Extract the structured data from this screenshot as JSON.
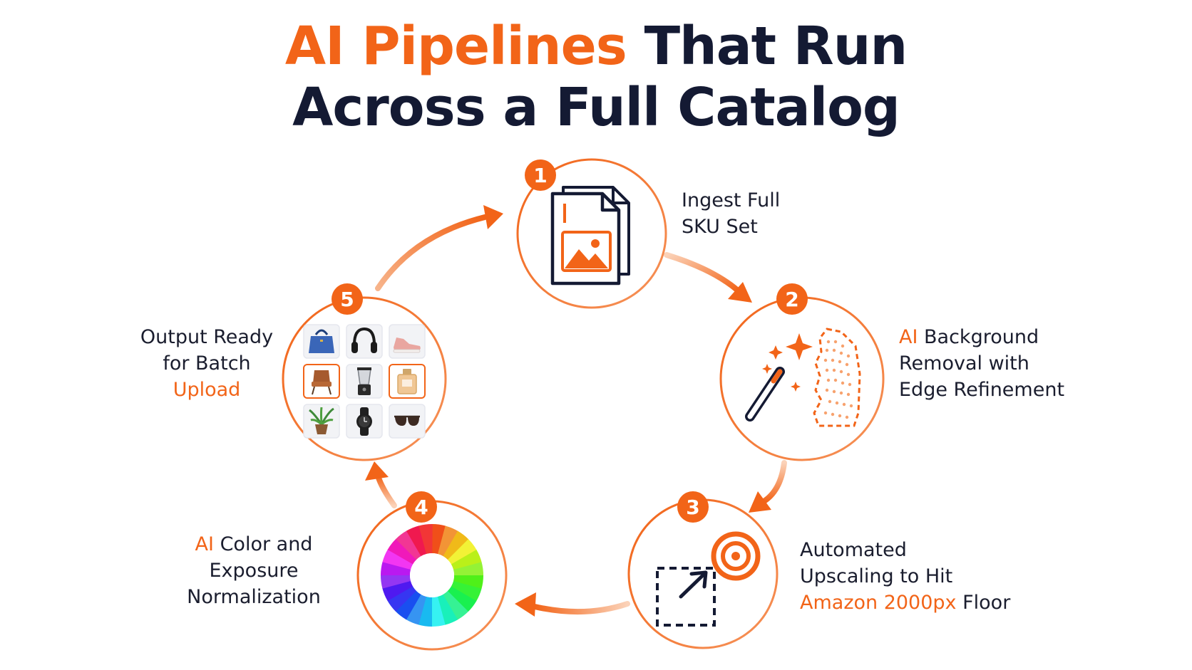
{
  "title": {
    "line1_accent": "AI Pipelines",
    "line1_rest": " That Run",
    "line2": "Across a Full Catalog"
  },
  "colors": {
    "accent": "#f26418",
    "text": "#141a33",
    "node_border": "#f26418"
  },
  "steps": [
    {
      "number": "1",
      "icon": "image-file-stack-icon",
      "label_line1": "Ingest Full",
      "label_line2": "SKU Set"
    },
    {
      "number": "2",
      "icon": "magic-wand-background-removal-icon",
      "label_line1_accent": "AI",
      "label_line1_rest": " Background",
      "label_line2": "Removal with",
      "label_line3": "Edge Refinement"
    },
    {
      "number": "3",
      "icon": "upscale-target-icon",
      "label_line1": "Automated",
      "label_line2": "Upscaling to Hit",
      "label_line3_accent": "Amazon 2000px",
      "label_line3_rest": " Floor"
    },
    {
      "number": "4",
      "icon": "color-wheel-icon",
      "label_line1_accent": "AI",
      "label_line1_rest": " Color and",
      "label_line2": "Exposure",
      "label_line3": "Normalization"
    },
    {
      "number": "5",
      "icon": "product-grid-icon",
      "label_line1": "Output Ready",
      "label_line2": "for Batch",
      "label_line3_accent": "Upload",
      "grid_items": [
        "handbag-icon",
        "headphones-icon",
        "sneaker-icon",
        "chair-icon",
        "blender-icon",
        "perfume-icon",
        "plant-icon",
        "watch-icon",
        "sunglasses-icon"
      ]
    }
  ]
}
